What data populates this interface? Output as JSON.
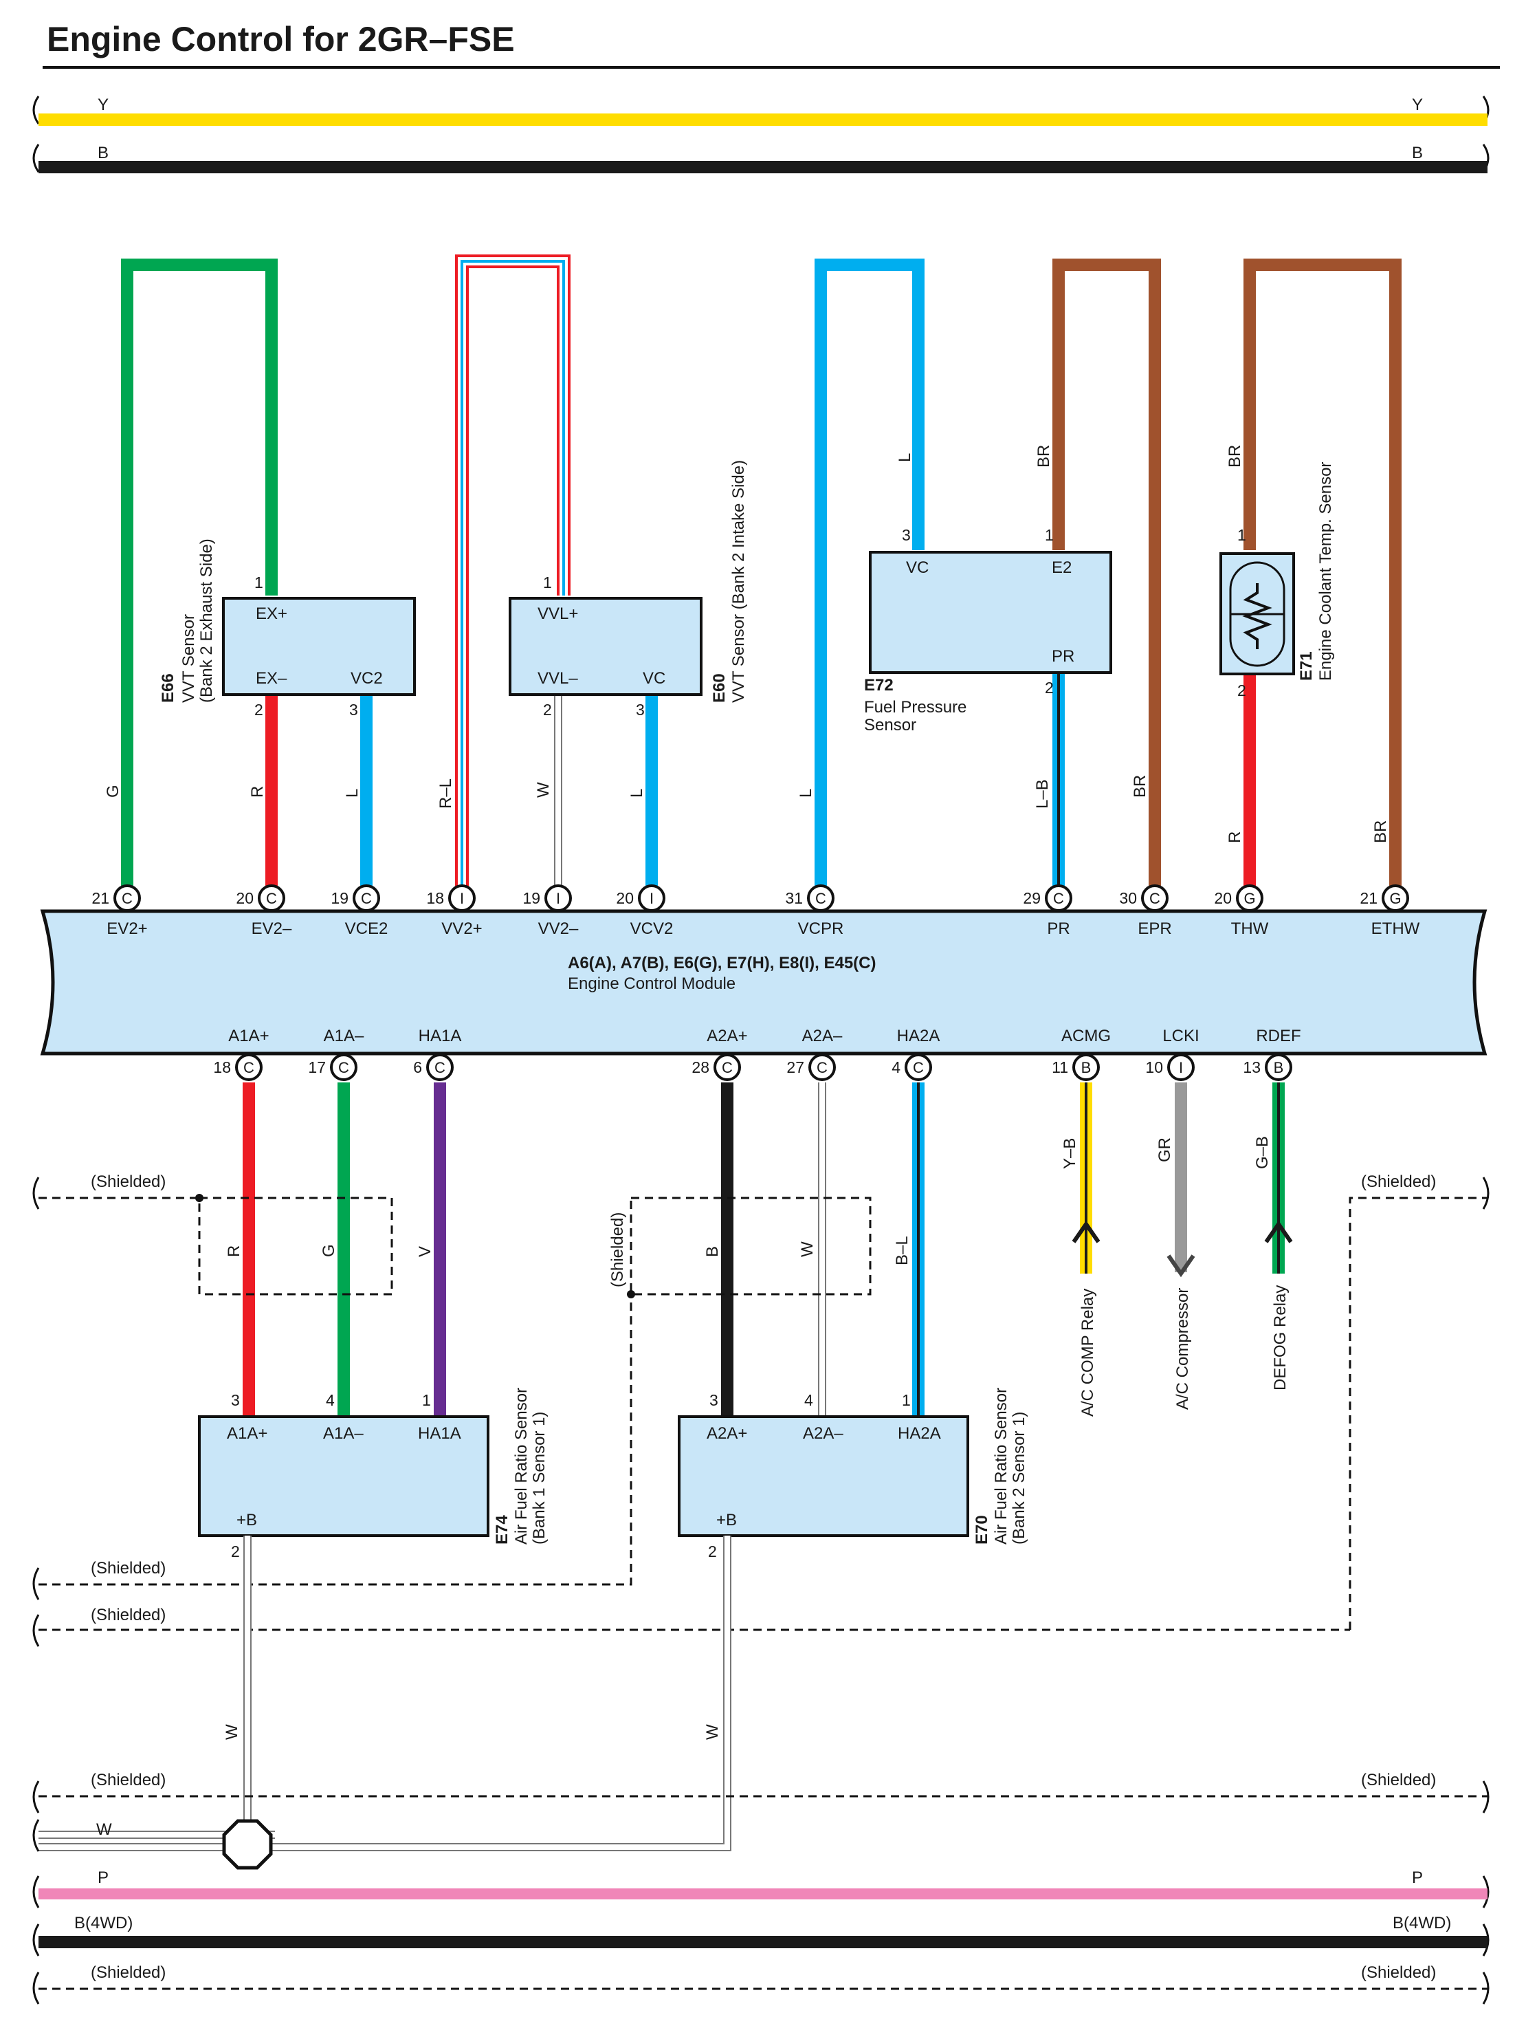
{
  "title": "Engine Control for 2GR–FSE",
  "colors": {
    "G": "#00a651",
    "R": "#ed1c24",
    "L": "#00aeef",
    "W": "#ffffff",
    "BR": "#a0522d",
    "B": "#1a1a1a",
    "V": "#662d91",
    "Y": "#ffdd00",
    "GR": "#999999",
    "P": "#f086b8",
    "box": "#c9e6f8"
  },
  "buses": {
    "y": "Y",
    "b": "B",
    "p": "P",
    "b4wd": "B(4WD)",
    "shielded": "(Shielded)",
    "w": "W"
  },
  "ecm": {
    "connectors": "A6(A), A7(B), E6(G), E7(H), E8(I), E45(C)",
    "name": "Engine Control Module",
    "top_pins": [
      {
        "num": "21",
        "conn": "C",
        "name": "EV2+",
        "wire": "G"
      },
      {
        "num": "20",
        "conn": "C",
        "name": "EV2–",
        "wire": "R"
      },
      {
        "num": "19",
        "conn": "C",
        "name": "VCE2",
        "wire": "L"
      },
      {
        "num": "18",
        "conn": "I",
        "name": "VV2+",
        "wire": "R–L"
      },
      {
        "num": "19",
        "conn": "I",
        "name": "VV2–",
        "wire": "W"
      },
      {
        "num": "20",
        "conn": "I",
        "name": "VCV2",
        "wire": "L"
      },
      {
        "num": "31",
        "conn": "C",
        "name": "VCPR",
        "wire": "L"
      },
      {
        "num": "29",
        "conn": "C",
        "name": "PR",
        "wire": "L–B"
      },
      {
        "num": "30",
        "conn": "C",
        "name": "EPR",
        "wire": "BR"
      },
      {
        "num": "20",
        "conn": "G",
        "name": "THW",
        "wire": "R"
      },
      {
        "num": "21",
        "conn": "G",
        "name": "ETHW",
        "wire": "BR"
      }
    ],
    "bottom_pins": [
      {
        "num": "18",
        "conn": "C",
        "name": "A1A+",
        "wire": "R"
      },
      {
        "num": "17",
        "conn": "C",
        "name": "A1A–",
        "wire": "G"
      },
      {
        "num": "6",
        "conn": "C",
        "name": "HA1A",
        "wire": "V"
      },
      {
        "num": "28",
        "conn": "C",
        "name": "A2A+",
        "wire": "B"
      },
      {
        "num": "27",
        "conn": "C",
        "name": "A2A–",
        "wire": "W"
      },
      {
        "num": "4",
        "conn": "C",
        "name": "HA2A",
        "wire": "B–L"
      },
      {
        "num": "11",
        "conn": "B",
        "name": "ACMG",
        "wire": "Y–B"
      },
      {
        "num": "10",
        "conn": "I",
        "name": "LCKI",
        "wire": "GR"
      },
      {
        "num": "13",
        "conn": "B",
        "name": "RDEF",
        "wire": "G–B"
      }
    ]
  },
  "e66": {
    "code": "E66",
    "name": "VVT Sensor",
    "sub": "(Bank 2 Exhaust Side)",
    "t1": "EX+",
    "t2": "EX–",
    "t3": "VC2",
    "p1": "1",
    "p2": "2",
    "p3": "3",
    "w1": "G"
  },
  "e60": {
    "code": "E60",
    "name": "VVT Sensor (Bank 2 Intake Side)",
    "t1": "VVL+",
    "t2": "VVL–",
    "t3": "VC",
    "p1": "1",
    "p2": "2",
    "p3": "3"
  },
  "e72": {
    "code": "E72",
    "name": "Fuel Pressure",
    "sub": "Sensor",
    "t1": "VC",
    "t2": "E2",
    "t3": "PR",
    "p1": "3",
    "p2": "1",
    "p3": "2",
    "w_vc": "L",
    "w_e2": "BR"
  },
  "e71": {
    "code": "E71",
    "name": "Engine Coolant Temp.  Sensor",
    "p1": "1",
    "p2": "2",
    "w1": "BR"
  },
  "e74": {
    "code": "E74",
    "name": "Air Fuel Ratio Sensor",
    "sub": "(Bank 1 Sensor 1)",
    "t1": "A1A+",
    "t2": "A1A–",
    "t3": "HA1A",
    "t4": "+B",
    "p1": "3",
    "p2": "4",
    "p3": "1",
    "p4": "2",
    "w4": "W"
  },
  "e70": {
    "code": "E70",
    "name": "Air Fuel Ratio Sensor",
    "sub": "(Bank 2 Sensor 1)",
    "t1": "A2A+",
    "t2": "A2A–",
    "t3": "HA2A",
    "t4": "+B",
    "p1": "3",
    "p2": "4",
    "p3": "1",
    "p4": "2",
    "w4": "W"
  },
  "arrows": {
    "acomp_relay": "A/C COMP Relay",
    "acomp": "A/C Compressor",
    "defog": "DEFOG Relay"
  }
}
